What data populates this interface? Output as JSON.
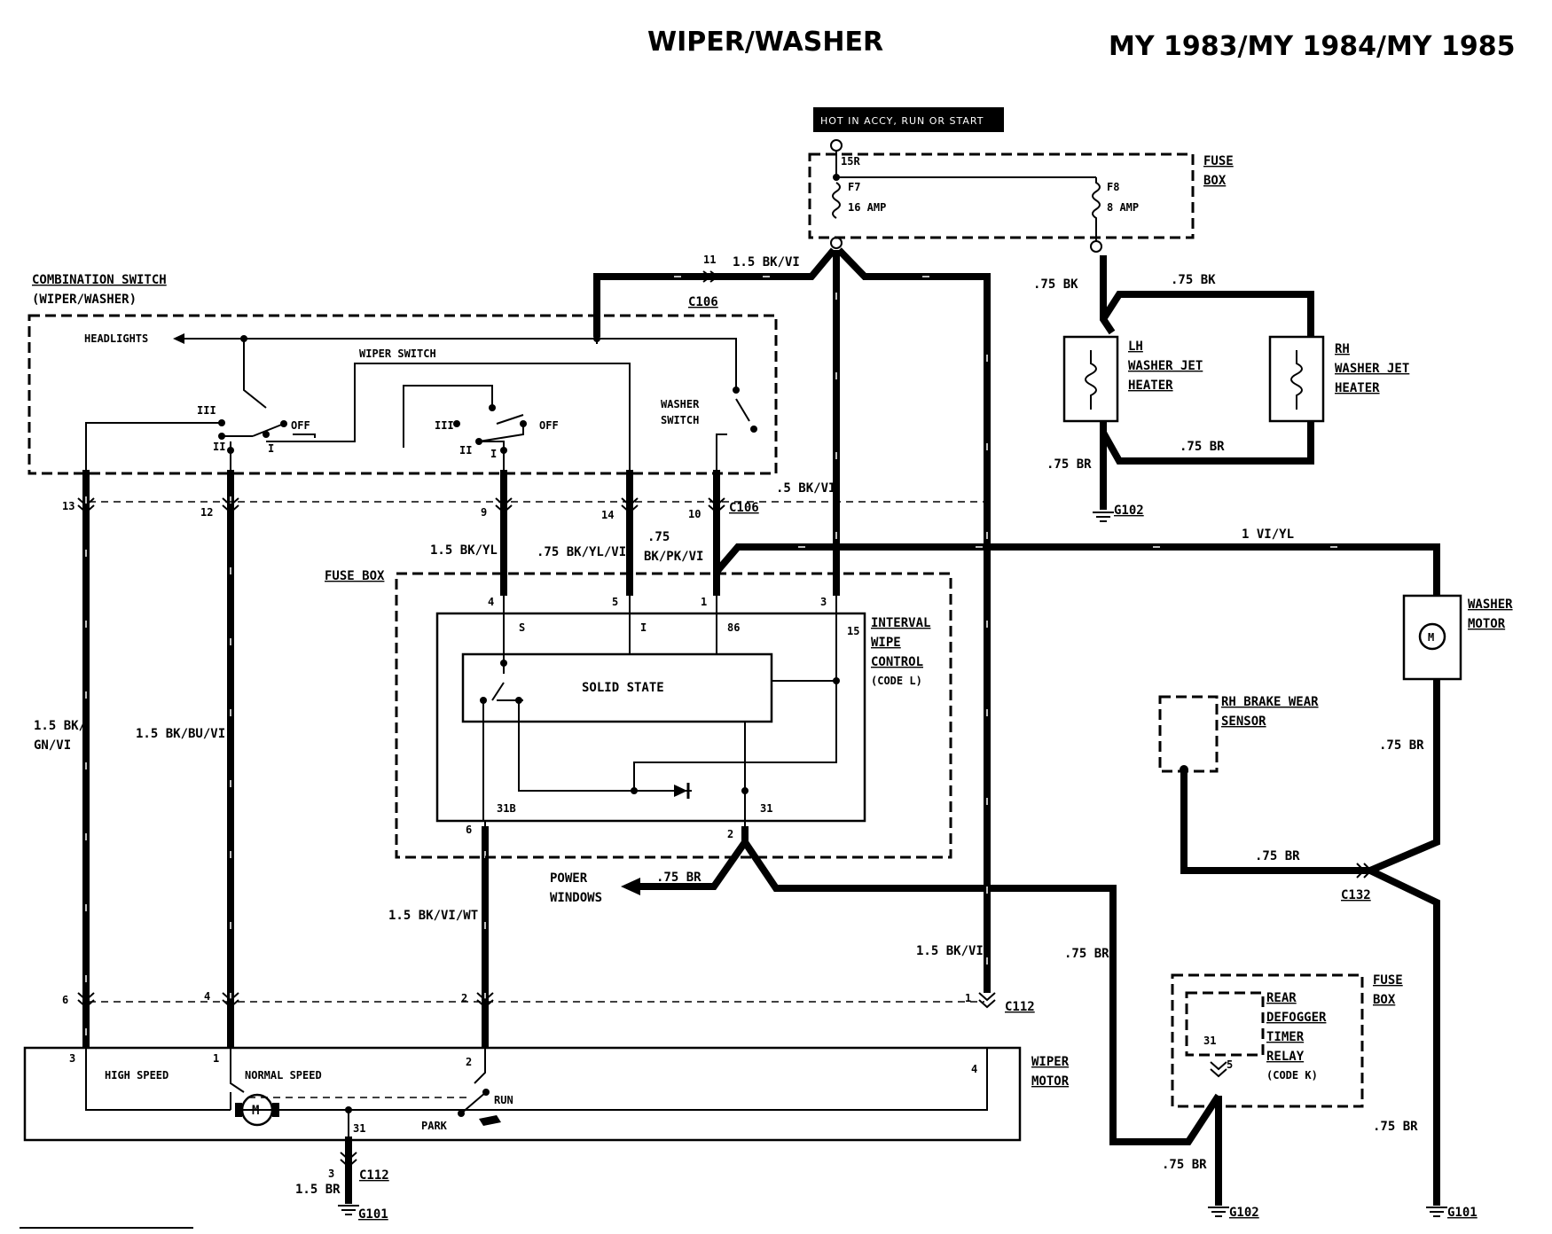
{
  "title": "WIPER/WASHER",
  "model_years": "MY 1983/MY 1984/MY 1985",
  "hot_banner": "HOT IN ACCY, RUN OR START",
  "fuse_box_top": {
    "label_line1": "FUSE",
    "label_line2": "BOX",
    "terminal": "15R",
    "f7": "F7",
    "f7_rating": "16 AMP",
    "f8": "F8",
    "f8_rating": "8 AMP"
  },
  "combination_switch": {
    "title_line1": "COMBINATION SWITCH",
    "title_line2": "(WIPER/WASHER)",
    "headlights": "HEADLIGHTS",
    "wiper_switch": "WIPER SWITCH",
    "washer_switch_line1": "WASHER",
    "washer_switch_line2": "SWITCH",
    "off1": "OFF",
    "off2": "OFF",
    "pos_iii_a": "III",
    "pos_ii_a": "II",
    "pos_i_a": "I",
    "pos_iii_b": "III",
    "pos_ii_b": "II",
    "pos_i_b": "I"
  },
  "connectors": {
    "c106_top": "C106",
    "c106_mid": "C106",
    "c112_right": "C112",
    "c112_bottom": "C112",
    "c132": "C132"
  },
  "pins": {
    "p11": "11",
    "p13": "13",
    "p12": "12",
    "p9": "9",
    "p14": "14",
    "p10": "10",
    "p6": "6",
    "p4": "4",
    "p2": "2",
    "p1": "1",
    "p3": "3",
    "iw_4": "4",
    "iw_5": "5",
    "iw_1": "1",
    "iw_3": "3",
    "iw_6": "6",
    "iw_2": "2",
    "m_3": "3",
    "m_1": "1",
    "m_2": "2",
    "m_4": "4"
  },
  "wires": {
    "w_top_bkvi": "1.5 BK/VI",
    "w_bkyl": "1.5 BK/YL",
    "w_bkylvi": ".75 BK/YL/VI",
    "w_bkpkvi_1": ".75",
    "w_bkpkvi_2": "BK/PK/VI",
    "w_5bkvi": ".5 BK/VI",
    "w_bkgnvi_1": "1.5 BK/",
    "w_bkgnvi_2": "GN/VI",
    "w_bkbuvi": "1.5 BK/BU/VI",
    "w_bkviwt": "1.5 BK/VI/WT",
    "w_bkvi_right": "1.5 BK/VI",
    "w_vi_yl": "1 VI/YL",
    "w_75bk_a": ".75 BK",
    "w_75bk_b": ".75 BK",
    "w_75br_a": ".75 BR",
    "w_75br_b": ".75 BR",
    "w_75br_pw": ".75 BR",
    "w_75br_c": ".75 BR",
    "w_75br_d": ".75 BR",
    "w_75br_e": ".75 BR",
    "w_75br_f": ".75 BR",
    "w_75br_g": ".75 BR",
    "w_15br": "1.5 BR"
  },
  "interval_wipe": {
    "fuse_box": "FUSE BOX",
    "line1": "INTERVAL",
    "line2": "WIPE",
    "line3": "CONTROL",
    "line4": "(CODE L)",
    "solid_state": "SOLID STATE",
    "t_s": "S",
    "t_i": "I",
    "t_86": "86",
    "t_15": "15",
    "t_31b": "31B",
    "t_31": "31"
  },
  "power_windows_line1": "POWER",
  "power_windows_line2": "WINDOWS",
  "heaters": {
    "lh_line1": "LH",
    "lh_line2": "WASHER JET",
    "lh_line3": "HEATER",
    "rh_line1": "RH",
    "rh_line2": "WASHER JET",
    "rh_line3": "HEATER"
  },
  "washer_motor_line1": "WASHER",
  "washer_motor_line2": "MOTOR",
  "washer_motor_symbol": "M",
  "brake_sensor_line1": "RH BRAKE WEAR",
  "brake_sensor_line2": "SENSOR",
  "defogger": {
    "fuse_line1": "FUSE",
    "fuse_line2": "BOX",
    "line1": "REAR",
    "line2": "DEFOGGER",
    "line3": "TIMER",
    "line4": "RELAY",
    "line5": "(CODE K)",
    "t_31": "31",
    "t_5": "5"
  },
  "wiper_motor": {
    "label_line1": "WIPER",
    "label_line2": "MOTOR",
    "high_speed": "HIGH SPEED",
    "normal_speed": "NORMAL SPEED",
    "symbol": "M",
    "run": "RUN",
    "park": "PARK",
    "t_31": "31"
  },
  "grounds": {
    "g102_a": "G102",
    "g101_a": "G101",
    "g102_b": "G102",
    "g101_b": "G101"
  }
}
